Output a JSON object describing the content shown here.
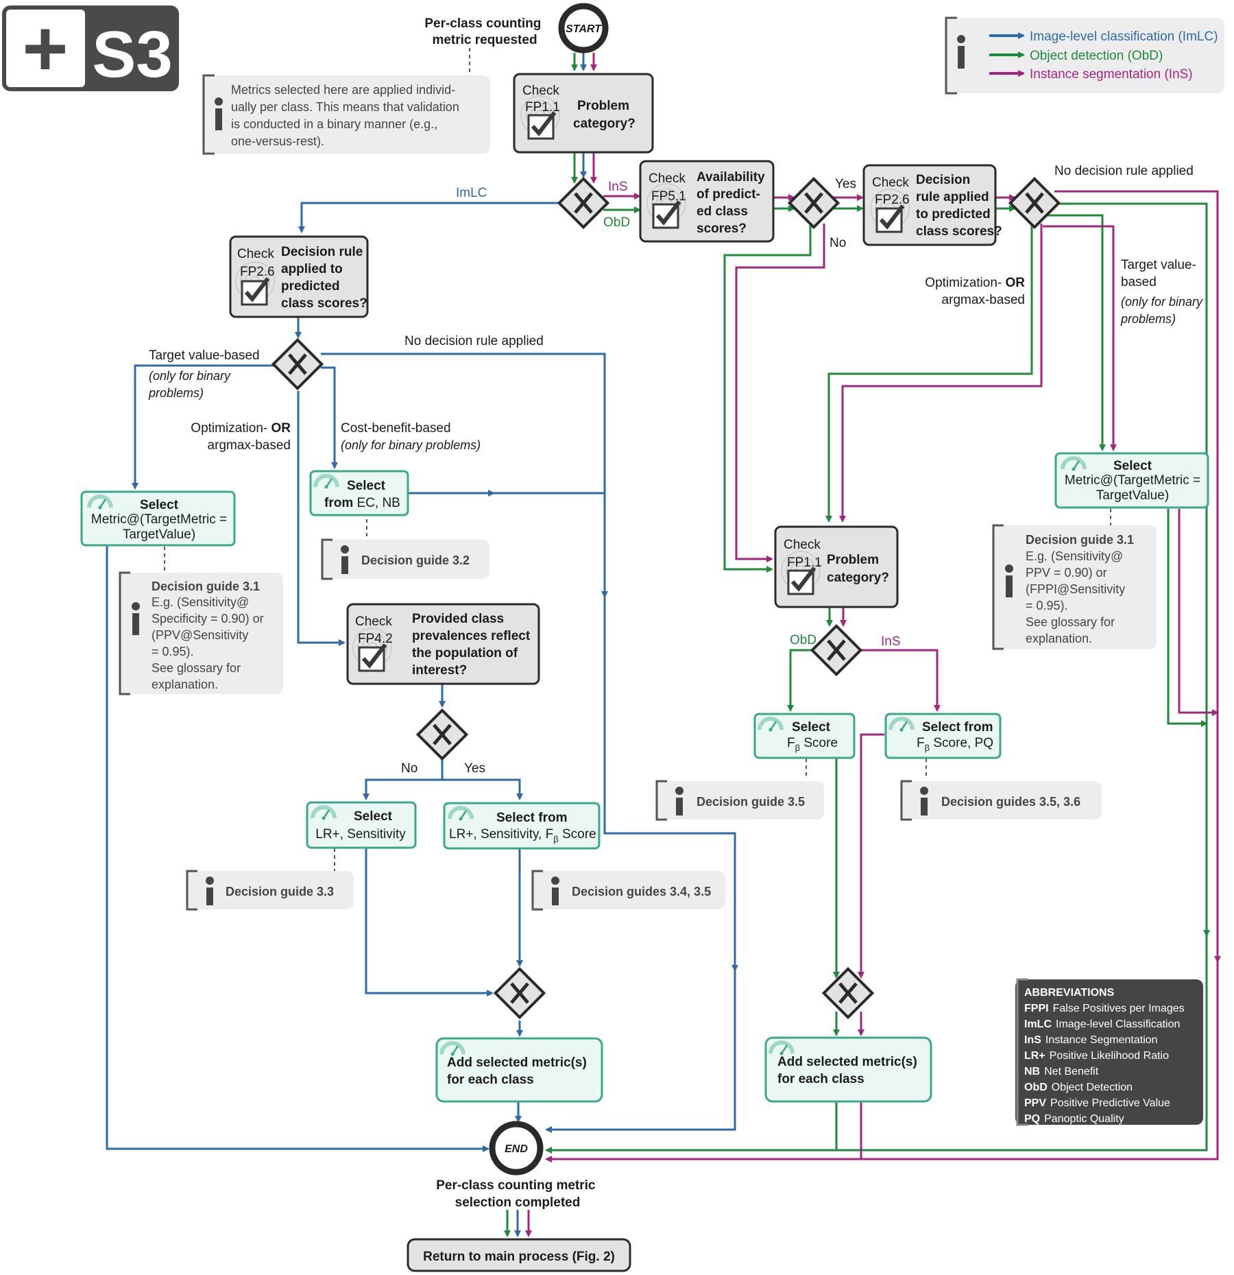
{
  "badge": {
    "plus": "+",
    "code": "S3"
  },
  "colors": {
    "imlc": "#2e6aa8",
    "obd": "#1e8a3a",
    "ins": "#a3267e",
    "select_border": "#3aa98a",
    "select_fill": "#eaf7f3",
    "check_fill": "#e3e3e3",
    "info_fill": "#ededed",
    "abbr_fill": "#454545"
  },
  "legend": {
    "imlc": "Image-level classification (ImLC)",
    "obd": "Object detection (ObD)",
    "ins": "Instance segmentation (InS)"
  },
  "start": {
    "label": "START",
    "caption": [
      "Per-class counting",
      "metric requested"
    ]
  },
  "end": {
    "label": "END",
    "caption": [
      "Per-class counting metric",
      "selection completed"
    ]
  },
  "return_button": "Return to main process (Fig. 2)",
  "top_info": [
    "Metrics selected here are applied individ-",
    "ually per class. This means that validation",
    "is conducted in a binary manner (e.g.,",
    "one-versus-rest)."
  ],
  "checks": {
    "fp11_top": {
      "check": "Check",
      "code": "FP1.1",
      "q": [
        "Problem",
        "category?"
      ]
    },
    "fp51": {
      "check": "Check",
      "code": "FP5.1",
      "q": [
        "Availability",
        "of predict-",
        "ed class",
        "scores?"
      ]
    },
    "fp26_right": {
      "check": "Check",
      "code": "FP2.6",
      "q": [
        "Decision",
        "rule applied",
        "to predicted",
        "class scores?"
      ]
    },
    "fp26_left": {
      "check": "Check",
      "code": "FP2.6",
      "q": [
        "Decision rule",
        "applied to",
        "predicted",
        "class scores?"
      ]
    },
    "fp42": {
      "check": "Check",
      "code": "FP4.2",
      "q": [
        "Provided class",
        "prevalences reflect",
        "the population of",
        "interest?"
      ]
    },
    "fp11_mid": {
      "check": "Check",
      "code": "FP1.1",
      "q": [
        "Problem",
        "category?"
      ]
    }
  },
  "edge_labels": {
    "imlc": "ImLC",
    "ins": "InS",
    "obd": "ObD",
    "ins2": "InS",
    "obd2": "ObD",
    "yes": "Yes",
    "no": "No",
    "yes2": "Yes",
    "no2": "No",
    "no_rule_right": "No decision rule applied",
    "no_rule_left": "No decision rule applied",
    "target_right": [
      "Target value-",
      "based"
    ],
    "binary_right": [
      "(only for binary",
      "problems)"
    ],
    "opt_right": [
      "Optimization- ",
      "OR",
      "argmax-based"
    ],
    "target_left": "Target value-based",
    "binary_left": [
      "(only for binary",
      "problems)"
    ],
    "opt_left": [
      "Optimization- ",
      "OR",
      "argmax-based"
    ],
    "cost": "Cost-benefit-based",
    "cost_binary": "(only for binary problems)"
  },
  "selects": {
    "target_left": [
      "Select",
      "Metric@(TargetMetric =",
      "TargetValue)"
    ],
    "target_right": [
      "Select",
      "Metric@(TargetMetric =",
      "TargetValue)"
    ],
    "ec_nb": [
      "Select",
      "from",
      " EC, NB"
    ],
    "lr_sens": [
      "Select",
      "LR+, Sensitivity"
    ],
    "lr_sens_f": [
      "Select from",
      "LR+, Sensitivity, F",
      "β",
      " Score"
    ],
    "f_score": [
      "Select",
      "F",
      "β",
      " Score"
    ],
    "f_pq": [
      "Select from",
      "F",
      "β",
      " Score, PQ"
    ],
    "add_left": [
      "Add selected metric(s)",
      "for each class"
    ],
    "add_right": [
      "Add selected metric(s)",
      "for each class"
    ]
  },
  "guides": {
    "dg31_left": [
      "Decision guide 3.1",
      "E.g. (Sensitivity@",
      "Specificity = 0.90) or",
      "(PPV@Sensitivity",
      "= 0.95).",
      "See glossary for",
      "explanation."
    ],
    "dg31_right": [
      "Decision guide 3.1",
      "E.g. (Sensitivity@",
      "PPV = 0.90) or",
      "(FPPI@Sensitivity",
      "= 0.95).",
      "See glossary for",
      "explanation."
    ],
    "dg32": "Decision guide 3.2",
    "dg33": "Decision guide 3.3",
    "dg34": "Decision guides 3.4, 3.5",
    "dg35": "Decision guide 3.5",
    "dg356": "Decision guides 3.5, 3.6"
  },
  "abbreviations": {
    "title": "ABBREVIATIONS",
    "items": [
      {
        "k": "FPPI",
        "v": "False Positives per Images"
      },
      {
        "k": "ImLC",
        "v": "Image-level Classification"
      },
      {
        "k": "InS",
        "v": "Instance Segmentation"
      },
      {
        "k": "LR+",
        "v": "Positive Likelihood Ratio"
      },
      {
        "k": "NB",
        "v": "Net Benefit"
      },
      {
        "k": "ObD",
        "v": "Object Detection"
      },
      {
        "k": "PPV",
        "v": "Positive Predictive Value"
      },
      {
        "k": "PQ",
        "v": "Panoptic Quality"
      }
    ]
  }
}
